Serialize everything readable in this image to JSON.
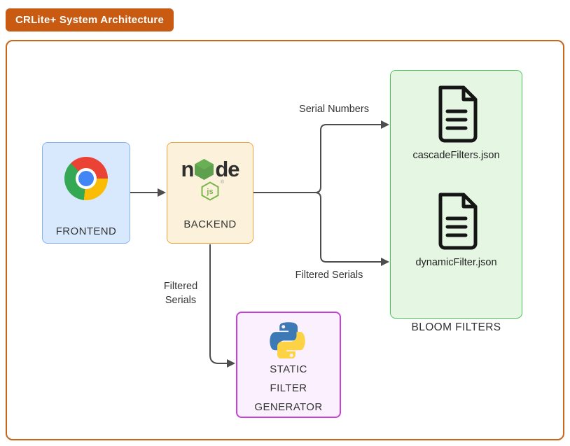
{
  "title": "CRLite+ System Architecture",
  "colors": {
    "badge_orange": "#c85a12",
    "frame_border": "#c8661c",
    "frontend_fill": "#d8e9fd",
    "frontend_border": "#85b2f0",
    "backend_fill": "#fcf2dc",
    "backend_border": "#f2a33c",
    "bloom_fill": "#e5f7e3",
    "bloom_border": "#4cc45a",
    "generator_fill": "#fbf0fd",
    "generator_border": "#c73fd8",
    "arrow": "#4d4d4d",
    "text": "#333333"
  },
  "nodes": {
    "frontend": {
      "label": "FRONTEND",
      "icon": "chrome-icon"
    },
    "backend": {
      "label": "BACKEND",
      "icon": "nodejs-icon",
      "logo": {
        "left": "n",
        "right": "de",
        "badge": "js",
        "reg": "®"
      }
    },
    "bloom": {
      "label": "BLOOM FILTERS",
      "files": [
        {
          "name": "cascadeFilters.json",
          "icon": "document-icon"
        },
        {
          "name": "dynamicFilter.json",
          "icon": "document-icon"
        }
      ]
    },
    "generator": {
      "lines": [
        "STATIC",
        "FILTER",
        "GENERATOR"
      ],
      "icon": "python-icon"
    }
  },
  "edges": {
    "serial_numbers": "Serial Numbers",
    "filtered_serials_right": "Filtered Serials",
    "filtered_serials_left": [
      "Filtered",
      "Serials"
    ]
  }
}
